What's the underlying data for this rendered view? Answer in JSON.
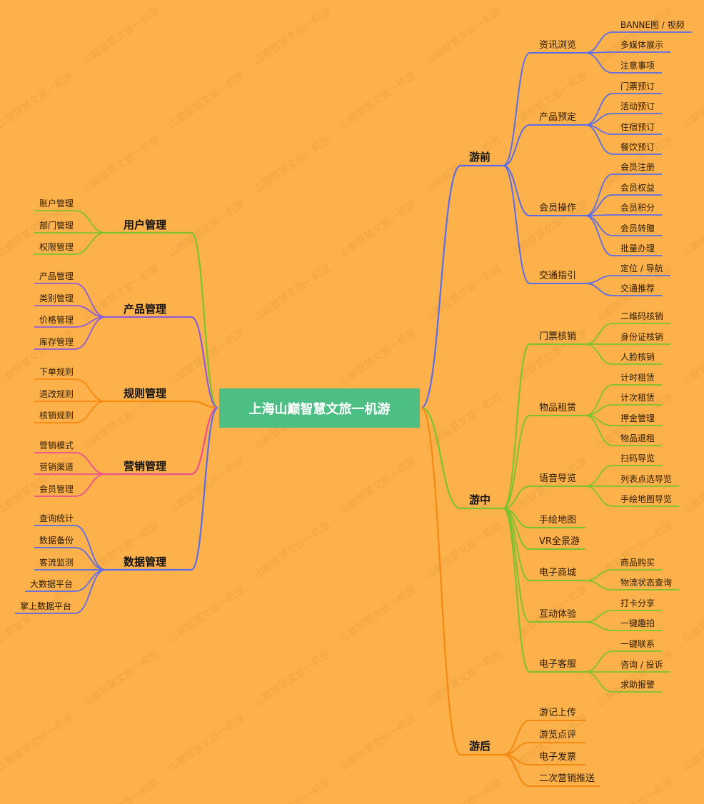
{
  "watermark": "山巅智慧文旅一机游",
  "colors": {
    "background": "#FCB14B",
    "center": "#4DBF85",
    "blue": "#5B6CE8",
    "green": "#7CC230",
    "orange": "#F5890F",
    "purple": "#8E5BD8",
    "pink": "#EE4F8E"
  },
  "center": {
    "title": "上海山巅智慧文旅一机游"
  },
  "left": [
    {
      "label": "用户管理",
      "color": "#7CC230",
      "children": [
        "账户管理",
        "部门管理",
        "权限管理"
      ]
    },
    {
      "label": "产品管理",
      "color": "#8E5BD8",
      "children": [
        "产品管理",
        "类别管理",
        "价格管理",
        "库存管理"
      ]
    },
    {
      "label": "规则管理",
      "color": "#F5890F",
      "children": [
        "下单规则",
        "退改规则",
        "核销规则"
      ]
    },
    {
      "label": "营销管理",
      "color": "#EE4F8E",
      "children": [
        "营销模式",
        "营销渠道",
        "会员管理"
      ]
    },
    {
      "label": "数据管理",
      "color": "#5B6CE8",
      "children": [
        "查询统计",
        "数据备份",
        "客流监测",
        "大数据平台",
        "掌上数据平台"
      ]
    }
  ],
  "right": [
    {
      "label": "游前",
      "color": "#5B6CE8",
      "children": [
        {
          "label": "资讯浏览",
          "children": [
            "BANNE图 / 视频",
            "多媒体展示",
            "注意事项"
          ]
        },
        {
          "label": "产品预定",
          "children": [
            "门票预订",
            "活动预订",
            "住宿预订",
            "餐饮预订"
          ]
        },
        {
          "label": "会员操作",
          "children": [
            "会员注册",
            "会员权益",
            "会员积分",
            "会员转赠",
            "批量办理"
          ]
        },
        {
          "label": "交通指引",
          "children": [
            "定位 / 导航",
            "交通推荐"
          ]
        }
      ]
    },
    {
      "label": "游中",
      "color": "#7CC230",
      "children": [
        {
          "label": "门票核销",
          "children": [
            "二维码核销",
            "身份证核销",
            "人脸核销"
          ]
        },
        {
          "label": "物品租赁",
          "children": [
            "计时租赁",
            "计次租赁",
            "押金管理",
            "物品退租"
          ]
        },
        {
          "label": "语音导览",
          "children": [
            "扫码导览",
            "列表点选导览",
            "手绘地图导览"
          ]
        },
        {
          "label": "手绘地图",
          "children": []
        },
        {
          "label": "VR全景游",
          "children": []
        },
        {
          "label": "电子商城",
          "children": [
            "商品购买",
            "物流状态查询"
          ]
        },
        {
          "label": "互动体验",
          "children": [
            "打卡分享",
            "一键趣拍"
          ]
        },
        {
          "label": "电子客服",
          "children": [
            "一键联系",
            "咨询 / 投诉",
            "求助报警"
          ]
        }
      ]
    },
    {
      "label": "游后",
      "color": "#F5890F",
      "children": [
        {
          "label": "游记上传",
          "children": []
        },
        {
          "label": "游览点评",
          "children": []
        },
        {
          "label": "电子发票",
          "children": []
        },
        {
          "label": "二次营销推送",
          "children": []
        }
      ]
    }
  ]
}
